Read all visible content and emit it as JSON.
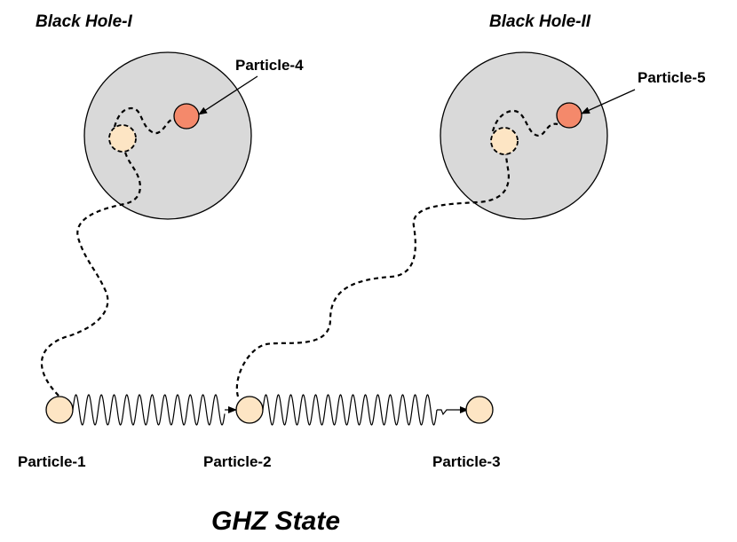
{
  "diagram": {
    "black_holes": [
      {
        "title": "Black Hole-I",
        "fill": "#d9d9d9",
        "trapped_particle": "Particle-4"
      },
      {
        "title": "Black Hole-II",
        "fill": "#d9d9d9",
        "trapped_particle": "Particle-5"
      }
    ],
    "particles": {
      "p1": {
        "label": "Particle-1"
      },
      "p2": {
        "label": "Particle-2"
      },
      "p3": {
        "label": "Particle-3"
      },
      "p4": {
        "label": "Particle-4"
      },
      "p5": {
        "label": "Particle-5"
      }
    },
    "caption": "GHZ State",
    "colors": {
      "particle_fill": "#fde5c4",
      "trapped_particle_fill": "#f4896b",
      "black_hole_fill": "#d9d9d9",
      "stroke": "#000000"
    }
  }
}
